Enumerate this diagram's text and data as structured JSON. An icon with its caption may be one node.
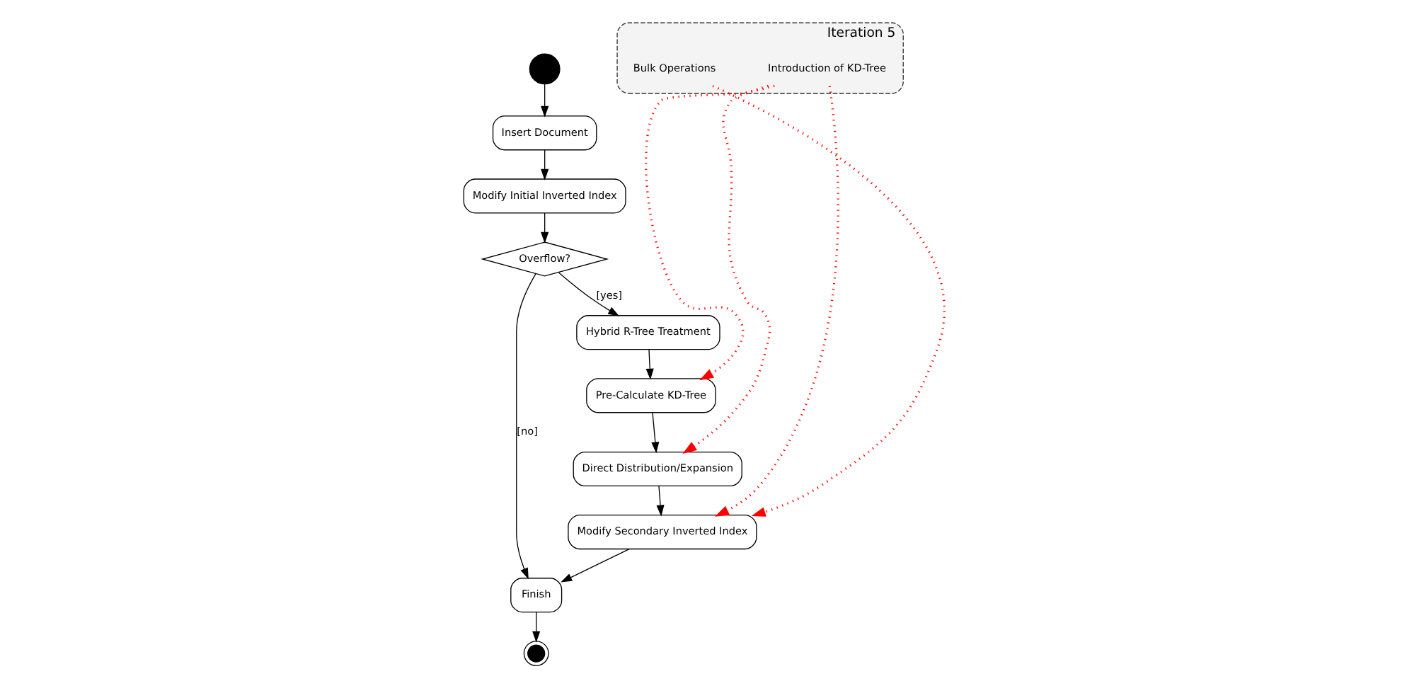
{
  "diagram": {
    "nodes": [
      {
        "text": [],
        "shape": "circle"
      },
      {
        "text": [
          "Insert Document"
        ]
      },
      {
        "text": [
          "Modify Initial Inverted Index"
        ]
      },
      {
        "text": [
          "Overflow?"
        ]
      },
      {
        "text": [
          "Finish"
        ]
      },
      {
        "text": [],
        "shape": "circle"
      },
      {
        "text": [
          "Hybrid R-Tree Treatment"
        ]
      },
      {
        "text": [
          "Pre-Calculate KD-Tree"
        ]
      },
      {
        "text": [
          "Direct Distribution/Expansion"
        ]
      },
      {
        "text": [
          "Modify Secondary Inverted Index"
        ]
      },
      {
        "text": [
          "Iteration 5"
        ]
      },
      {
        "text": [
          "Introduction of KD-Tree"
        ],
        "in": 10
      },
      {
        "text": [
          "Bulk Operations"
        ],
        "in": 10
      }
    ],
    "edges": [
      {
        "from": 0,
        "to": 1,
        "arrow": "to"
      },
      {
        "from": 1,
        "to": 2,
        "arrow": "to"
      },
      {
        "from": 2,
        "to": 3,
        "arrow": "to"
      },
      {
        "from": 3,
        "to": 6,
        "arrow": "to",
        "label": "[yes]"
      },
      {
        "from": 3,
        "to": 4,
        "arrow": "to",
        "label": "[no]"
      },
      {
        "from": 6,
        "to": 7,
        "arrow": "to"
      },
      {
        "from": 7,
        "to": 8,
        "arrow": "to"
      },
      {
        "from": 8,
        "to": 9,
        "arrow": "to"
      },
      {
        "from": 9,
        "to": 4,
        "arrow": "to"
      },
      {
        "from": 4,
        "to": 5,
        "arrow": "to"
      },
      {
        "from": 11,
        "to": 7,
        "arrow": "to",
        "style": "dashed",
        "color": "#ff0000"
      },
      {
        "from": 11,
        "to": 8,
        "arrow": "to",
        "style": "dashed",
        "color": "#ff0000"
      },
      {
        "from": 11,
        "to": 9,
        "arrow": "to",
        "style": "dashed",
        "color": "#ff0000"
      },
      {
        "from": 12,
        "to": 9,
        "arrow": "to",
        "style": "dashed",
        "color": "#ff0000"
      }
    ]
  }
}
